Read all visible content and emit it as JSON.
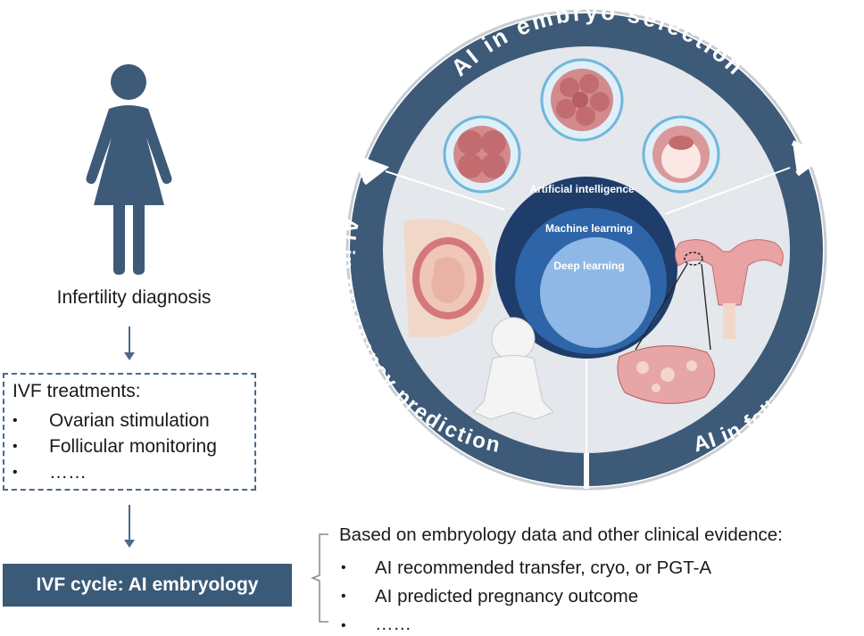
{
  "left_panel": {
    "diagnosis_label": "Infertility diagnosis",
    "ivf_title": "IVF treatments:",
    "ivf_items": [
      "Ovarian stimulation",
      "Follicular monitoring",
      "……"
    ],
    "cycle_label": "IVF cycle: AI embryology"
  },
  "evidence": {
    "heading": "Based on embryology data and other clinical evidence:",
    "items": [
      "AI recommended transfer, cryo, or PGT-A",
      "AI predicted pregnancy outcome",
      "……"
    ]
  },
  "wheel": {
    "top_label": "AI in embryo selection",
    "right_label": "AI in follicular monitoring",
    "left_label": "AI in pregnancy prediction",
    "core_outer": "Artificial intelligence",
    "core_middle": "Machine learning",
    "core_inner": "Deep learning"
  },
  "colors": {
    "ring": "#3d5a78",
    "ring_inner": "#e3e6ea",
    "core_outer": "#1f3d6b",
    "core_middle": "#2e64a8",
    "core_inner": "#8fb8e6",
    "woman": "#3d5a78",
    "embryo": "#d28a8c"
  }
}
